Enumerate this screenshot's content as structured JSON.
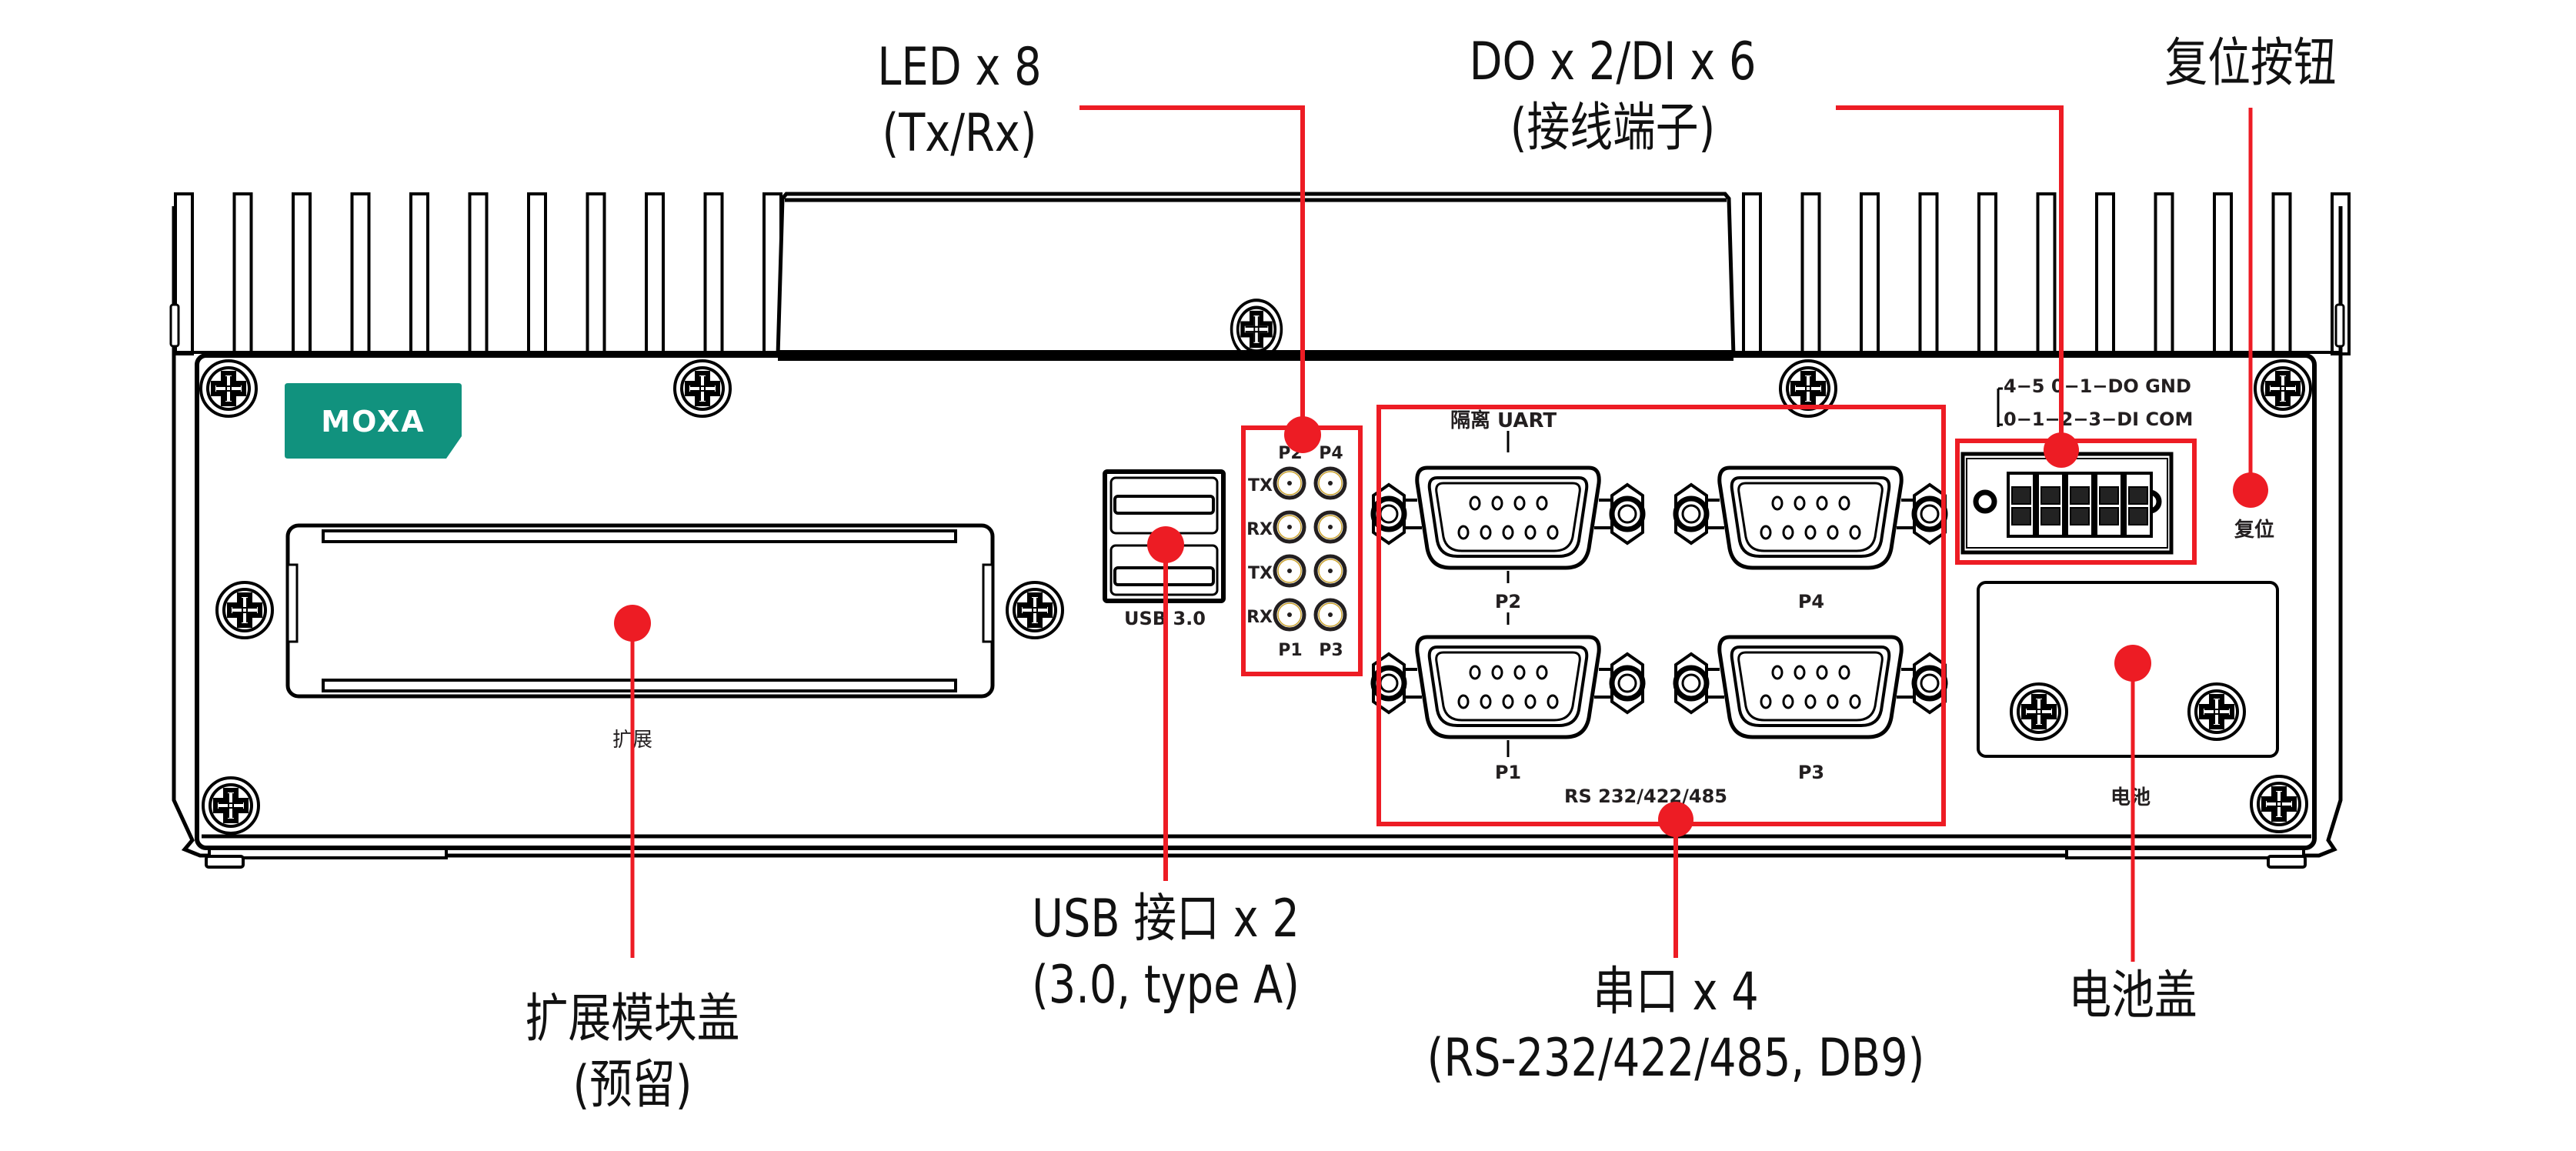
{
  "diagram": {
    "subject": "Embedded computer front panel",
    "brand_logo": "MOXA",
    "colors": {
      "callout_red": "#ed1c24",
      "logo_green": "#11927e",
      "line_black": "#000000",
      "led_ring": "#c8a02a"
    }
  },
  "callouts": {
    "led": {
      "line1": "LED x 8",
      "line2": "(Tx/Rx)"
    },
    "dio": {
      "line1": "DO x 2/DI x 6",
      "line2": "(接线端子)"
    },
    "reset": {
      "line1": "复位按钮"
    },
    "usb": {
      "line1": "USB 接口 x 2",
      "line2": "(3.0, type A)"
    },
    "expansion": {
      "line1": "扩展模块盖",
      "line2": "(预留)"
    },
    "serial": {
      "line1": "串口 x 4",
      "line2": "(RS-232/422/485, DB9)"
    },
    "battery": {
      "line1": "电池盖"
    }
  },
  "panel_labels": {
    "expansion": "扩展",
    "usb": "USB 3.0",
    "led_top_ports": [
      "P2",
      "P4"
    ],
    "led_bottom_ports": [
      "P1",
      "P3"
    ],
    "led_rows": [
      "TX",
      "RX",
      "TX",
      "RX"
    ],
    "isolated_uart": "隔离 UART",
    "serial_ports": [
      "P2",
      "P4",
      "P1",
      "P3"
    ],
    "serial_standard": "RS 232/422/485",
    "dio_row1": "4−5  0−1−DO  GND",
    "dio_row2": "0−1−2−3−DI  COM",
    "reset": "复位",
    "battery": "电池"
  }
}
